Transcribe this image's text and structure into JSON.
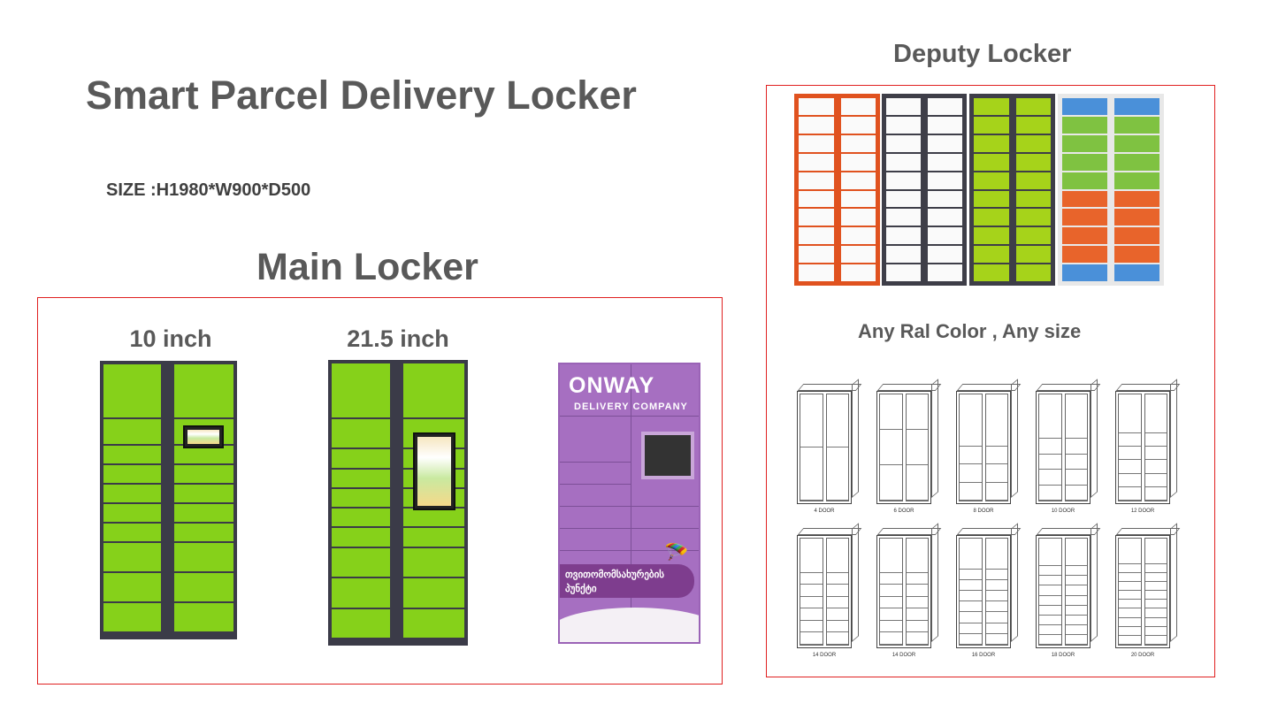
{
  "title": "Smart Parcel Delivery Locker",
  "size": "SIZE :H1980*W900*D500",
  "main": {
    "title": "Main Locker",
    "models": [
      {
        "label": "10 inch"
      },
      {
        "label": "21.5 inch"
      }
    ],
    "purple": {
      "brand": "ONWAY",
      "subtitle": "DELIVERY  COMPANY",
      "banner": "თვითომომსახურების პუნქტი"
    }
  },
  "deputy": {
    "title": "Deputy Locker",
    "caption": "Any Ral Color , Any size",
    "drawings": [
      "4 DOOR",
      "6 DOOR",
      "8 DOOR",
      "10 DOOR",
      "12 DOOR",
      "14 DOOR",
      "14 DOOR",
      "16 DOOR",
      "18 DOOR",
      "20 DOOR"
    ]
  },
  "colors": {
    "green": "#86d11a",
    "frame": "#3b3b48",
    "purple": "#a66fc1",
    "red": "#e02020"
  }
}
